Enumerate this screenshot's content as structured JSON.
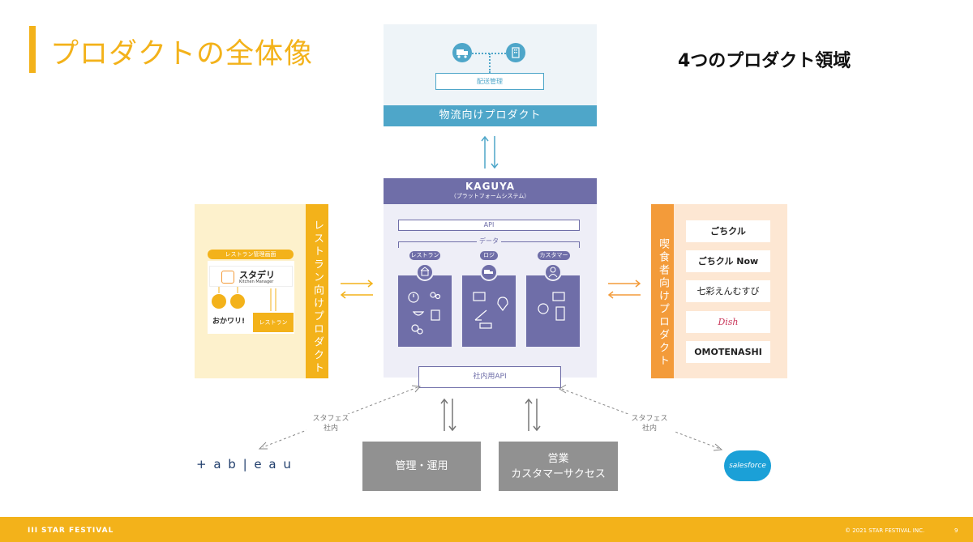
{
  "title": "プロダクトの全体像",
  "subtitle": "4つのプロダクト領域",
  "logistics": {
    "delivery_label": "配送管理",
    "bar_label": "物流向けプロダクト"
  },
  "kaguya": {
    "name": "KAGUYA",
    "sub": "（プラットフォームシステム）",
    "api": "API",
    "data": "データ",
    "columns": [
      "レストラン",
      "ロジ",
      "カスタマー"
    ],
    "internal_api": "社内用API"
  },
  "restaurant": {
    "bar_label": "レストラン向けプロダクト",
    "pill": "レストラン管理画面",
    "sutaderi": "スタデリ",
    "sutaderi_sub": "Kitchen Manager",
    "okawari": "おかワリ!",
    "small": "レストラン"
  },
  "consumer": {
    "bar_label": "喫食者向けプロダクト",
    "items": [
      "ごちクル",
      "ごちクル Now",
      "七彩えんむすび",
      "Dish",
      "OMOTENASHI"
    ]
  },
  "bottom": {
    "management": "管理・運用",
    "sales_1": "営業",
    "sales_2": "カスタマーサクセス",
    "staff_1": "スタフェス",
    "staff_2": "社内",
    "tableau": "+ a b | e a u",
    "salesforce": "salesforce"
  },
  "footer": {
    "brand": "STAR FESTIVAL",
    "copyright": "© 2021 STAR FESTIVAL INC.",
    "page": "9"
  },
  "colors": {
    "accent": "#f3b21a",
    "logistics": "#4ea6c9",
    "platform": "#6f6ea8",
    "consumer": "#f39b3a",
    "gray": "#919191"
  }
}
